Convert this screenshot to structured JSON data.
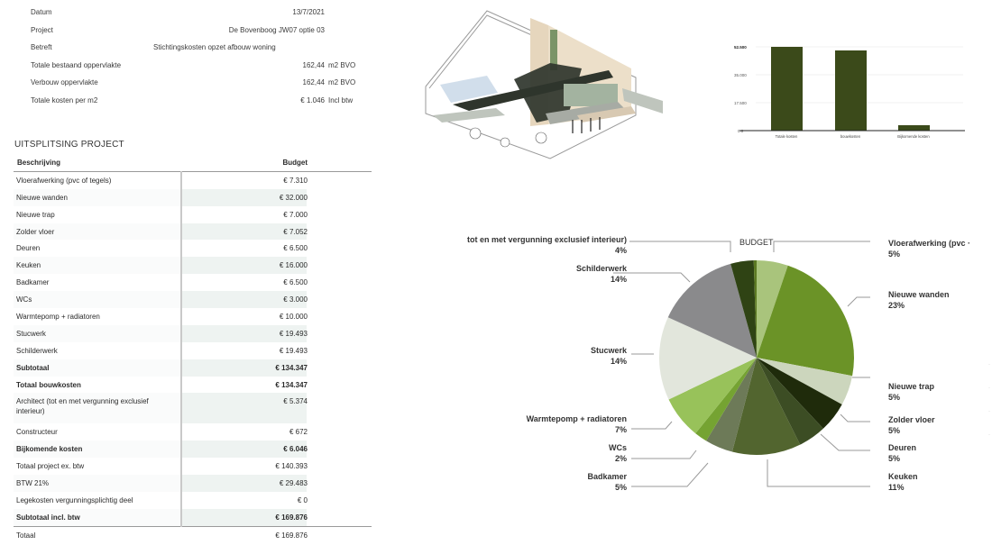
{
  "info": {
    "rows": [
      {
        "label": "Datum",
        "value": "13/7/2021",
        "unit": ""
      },
      {
        "label": "Project",
        "value": "De Bovenboog JW07 optie 03",
        "unit": ""
      },
      {
        "label": "Betreft",
        "value": "Stichtingskosten opzet afbouw woning",
        "unit": ""
      },
      {
        "label": "Totale bestaand oppervlakte",
        "value": "162,44",
        "unit": "m2 BVO"
      },
      {
        "label": "Verbouw oppervlakte",
        "value": "162,44",
        "unit": "m2 BVO"
      },
      {
        "label": "Totale kosten per m2",
        "value": "€ 1.046",
        "unit": "Incl btw"
      }
    ]
  },
  "section_title": "UITSPLITSING PROJECT",
  "table": {
    "headers": {
      "description": "Beschrijving",
      "budget": "Budget"
    },
    "rows": [
      {
        "description": "Vloerafwerking (pvc of tegels)",
        "budget": "€ 7.310"
      },
      {
        "description": "Nieuwe wanden",
        "budget": "€ 32.000"
      },
      {
        "description": "Nieuwe trap",
        "budget": "€ 7.000"
      },
      {
        "description": "Zolder vloer",
        "budget": "€ 7.052"
      },
      {
        "description": "Deuren",
        "budget": "€ 6.500"
      },
      {
        "description": "Keuken",
        "budget": "€ 16.000"
      },
      {
        "description": "Badkamer",
        "budget": "€ 6.500"
      },
      {
        "description": "WCs",
        "budget": "€ 3.000"
      },
      {
        "description": "Warmtepomp + radiatoren",
        "budget": "€ 10.000"
      },
      {
        "description": "Stucwerk",
        "budget": "€ 19.493"
      },
      {
        "description": "Schilderwerk",
        "budget": "€ 19.493"
      },
      {
        "description": "Subtotaal",
        "budget": "€ 134.347"
      },
      {
        "description": "Totaal bouwkosten",
        "budget": "€ 134.347"
      },
      {
        "description": "Architect (tot en met vergunning exclusief interieur)",
        "budget": "€ 5.374"
      },
      {
        "description": "Constructeur",
        "budget": "€ 672"
      },
      {
        "description": "Bijkomende kosten",
        "budget": "€ 6.046"
      },
      {
        "description": "Totaal project ex. btw",
        "budget": "€ 140.393"
      },
      {
        "description": "BTW 21%",
        "budget": "€ 29.483"
      },
      {
        "description": "Legekosten vergunningsplichtig deel",
        "budget": "€ 0"
      },
      {
        "description": "Subtotaal incl. btw",
        "budget": "€ 169.876"
      },
      {
        "description": "Totaal",
        "budget": "€ 169.876"
      }
    ]
  },
  "colors": {
    "bar": "#3b4a1a",
    "pie": {
      "Constructeur": "#5c7a22",
      "Vloerafwerking": "#a9c47c",
      "Nieuwe wanden": "#6b9327",
      "Nieuwe trap": "#ccd6bd",
      "Zolder vloer": "#1f2b0b",
      "Deuren": "#3c4d24",
      "Keuken": "#52652f",
      "Badkamer": "#6d7a58",
      "WCs": "#75a332",
      "Warmtepomp": "#98c25a",
      "Stucwerk": "#e2e6dc",
      "Schilderwerk": "#8a8a8c",
      "Architect": "#2f4314"
    }
  },
  "chart_data": [
    {
      "type": "bar",
      "title": "",
      "categories": [
        "Totale kosten",
        "bouwkosten",
        "Bijkomende kosten"
      ],
      "values": [
        52500,
        50200,
        3400
      ],
      "yticks": [
        "0.0",
        "17.500",
        "35.000",
        "52.500"
      ],
      "ylim": [
        0,
        52500
      ],
      "xlabel": "",
      "ylabel": "",
      "grid": true
    },
    {
      "type": "pie",
      "title": "BUDGET",
      "labels": [
        "Vloerafwerking (pvc of tegels)",
        "Nieuwe wanden",
        "Nieuwe trap",
        "Zolder vloer",
        "Deuren",
        "Keuken",
        "Badkamer",
        "WCs",
        "Warmtepomp + radiatoren",
        "Stucwerk",
        "Schilderwerk",
        "Architect (tot en met vergunning exclusief interieur)",
        "Constructeur"
      ],
      "values": [
        7310,
        32000,
        7000,
        7052,
        6500,
        16000,
        6500,
        3000,
        10000,
        19493,
        19493,
        5374,
        672
      ],
      "percent_labels": [
        "5%",
        "23%",
        "5%",
        "5%",
        "5%",
        "11%",
        "5%",
        "2%",
        "7%",
        "14%",
        "14%",
        "4%",
        ""
      ]
    }
  ],
  "pie_labels": [
    {
      "name": "Vloerafwerking (pvc ·",
      "pct": "5%"
    },
    {
      "name": "Nieuwe wanden",
      "pct": "23%"
    },
    {
      "name": "Nieuwe trap",
      "pct": "5%"
    },
    {
      "name": "Zolder vloer",
      "pct": "5%"
    },
    {
      "name": "Deuren",
      "pct": "5%"
    },
    {
      "name": "Keuken",
      "pct": "11%"
    },
    {
      "name": "Badkamer",
      "pct": "5%"
    },
    {
      "name": "WCs",
      "pct": "2%"
    },
    {
      "name": "Warmtepomp + radiatoren",
      "pct": "7%"
    },
    {
      "name": "Stucwerk",
      "pct": "14%"
    },
    {
      "name": "Schilderwerk",
      "pct": "14%"
    },
    {
      "name": "tot en met vergunning exclusief interieur)",
      "pct": "4%"
    }
  ],
  "pie_title": "BUDGET",
  "illustration": {
    "icon": "house-section-illustration"
  }
}
